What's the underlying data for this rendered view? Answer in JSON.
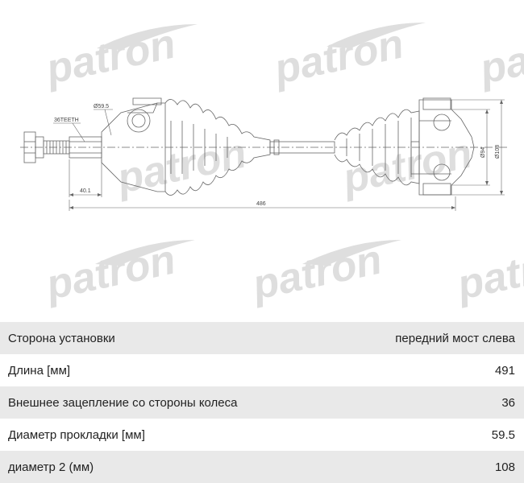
{
  "watermark": {
    "text": "patron",
    "color": "#dcdcdc"
  },
  "drawing": {
    "labels": {
      "teeth": "36TEETH",
      "dia_boot": "Ø59.5",
      "len_spline": "40.1",
      "total_length": "486",
      "dia_inner": "Ø94",
      "dia_outer": "Ø108"
    },
    "line_color": "#666666"
  },
  "specs": [
    {
      "label": "Сторона установки",
      "value": "передний мост слева"
    },
    {
      "label": "Длина [мм]",
      "value": "491"
    },
    {
      "label": "Внешнее зацепление со стороны колеса",
      "value": "36"
    },
    {
      "label": "Диаметр прокладки [мм]",
      "value": "59.5"
    },
    {
      "label": "диаметр 2 (мм)",
      "value": "108"
    }
  ],
  "colors": {
    "row_shade": "#e9e9e9",
    "row_plain": "#ffffff",
    "text": "#222222"
  }
}
